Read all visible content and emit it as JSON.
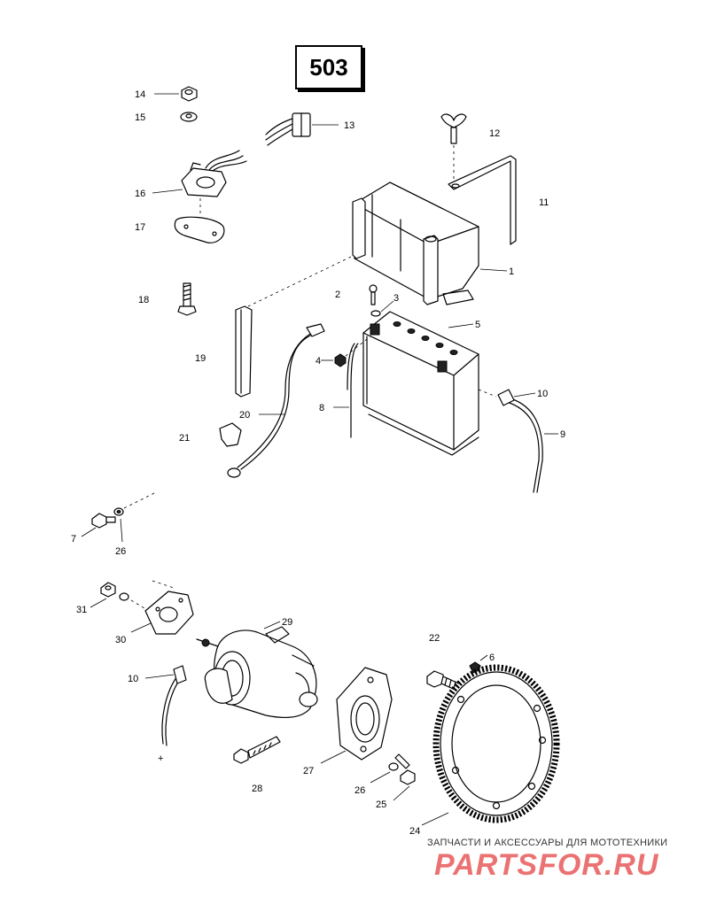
{
  "page_number": "503",
  "callouts": {
    "c1": "1",
    "c2": "2",
    "c3": "3",
    "c4": "4",
    "c5": "5",
    "c6": "6",
    "c7": "7",
    "c8": "8",
    "c9": "9",
    "c10a": "10",
    "c10b": "10",
    "c11": "11",
    "c12": "12",
    "c13": "13",
    "c14": "14",
    "c15": "15",
    "c16": "16",
    "c17": "17",
    "c18": "18",
    "c19": "19",
    "c20": "20",
    "c21": "21",
    "c22": "22",
    "c24": "24",
    "c25": "25",
    "c26a": "26",
    "c26b": "26",
    "c27": "27",
    "c28": "28",
    "c29": "29",
    "c30": "30",
    "c31": "31",
    "plus_sign": "+"
  },
  "watermark": {
    "tagline": "ЗАПЧАСТИ И АКСЕССУАРЫ ДЛЯ МОТОТЕХНИКИ",
    "logo": "PARTSFOR.RU"
  }
}
